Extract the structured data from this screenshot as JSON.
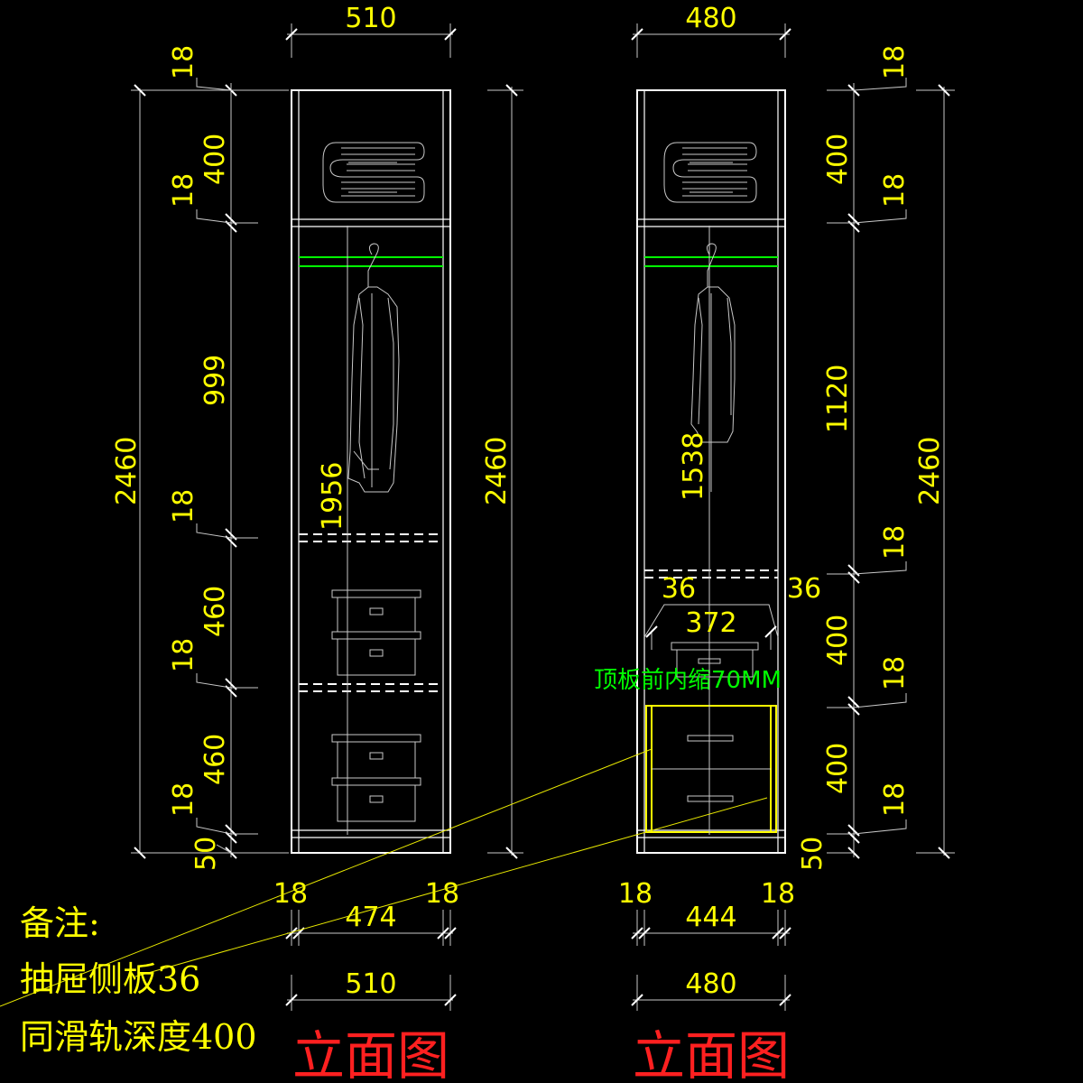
{
  "left_elevation": {
    "top_width": "510",
    "bottom_width": "510",
    "inner_width": "474",
    "side_left": "18",
    "side_right": "18",
    "total_height_outer": "2460",
    "total_height_inner": "2460",
    "hanging_height": "1956",
    "segments": {
      "top_board": "18",
      "top_shelf_space": "400",
      "shelf1_board": "18",
      "hanging_space": "999",
      "shelf2_board": "18",
      "drawer_space_1": "460",
      "shelf3_board": "18",
      "drawer_space_2": "460",
      "bottom_board": "18",
      "kick": "50"
    },
    "title": "立面图"
  },
  "right_elevation": {
    "top_width": "480",
    "bottom_width": "480",
    "inner_width": "444",
    "side_left": "18",
    "side_right": "18",
    "total_height_outer": "2460",
    "hanging_height": "1538",
    "drawer_side_left": "36",
    "drawer_side_right": "36",
    "drawer_inner_width": "372",
    "segments": {
      "top_board": "18",
      "top_shelf_space": "400",
      "shelf1_board": "18",
      "hanging_space": "1120",
      "shelf2_board": "18",
      "drawer_space_1": "400",
      "shelf3_board": "18",
      "drawer_space_2": "400",
      "bottom_board": "18",
      "kick": "50"
    },
    "green_note": "顶板前内缩70MM",
    "title": "立面图"
  },
  "notes": {
    "heading": "备注:",
    "line1": "抽屉侧板36",
    "line2": "同滑轨深度400"
  }
}
